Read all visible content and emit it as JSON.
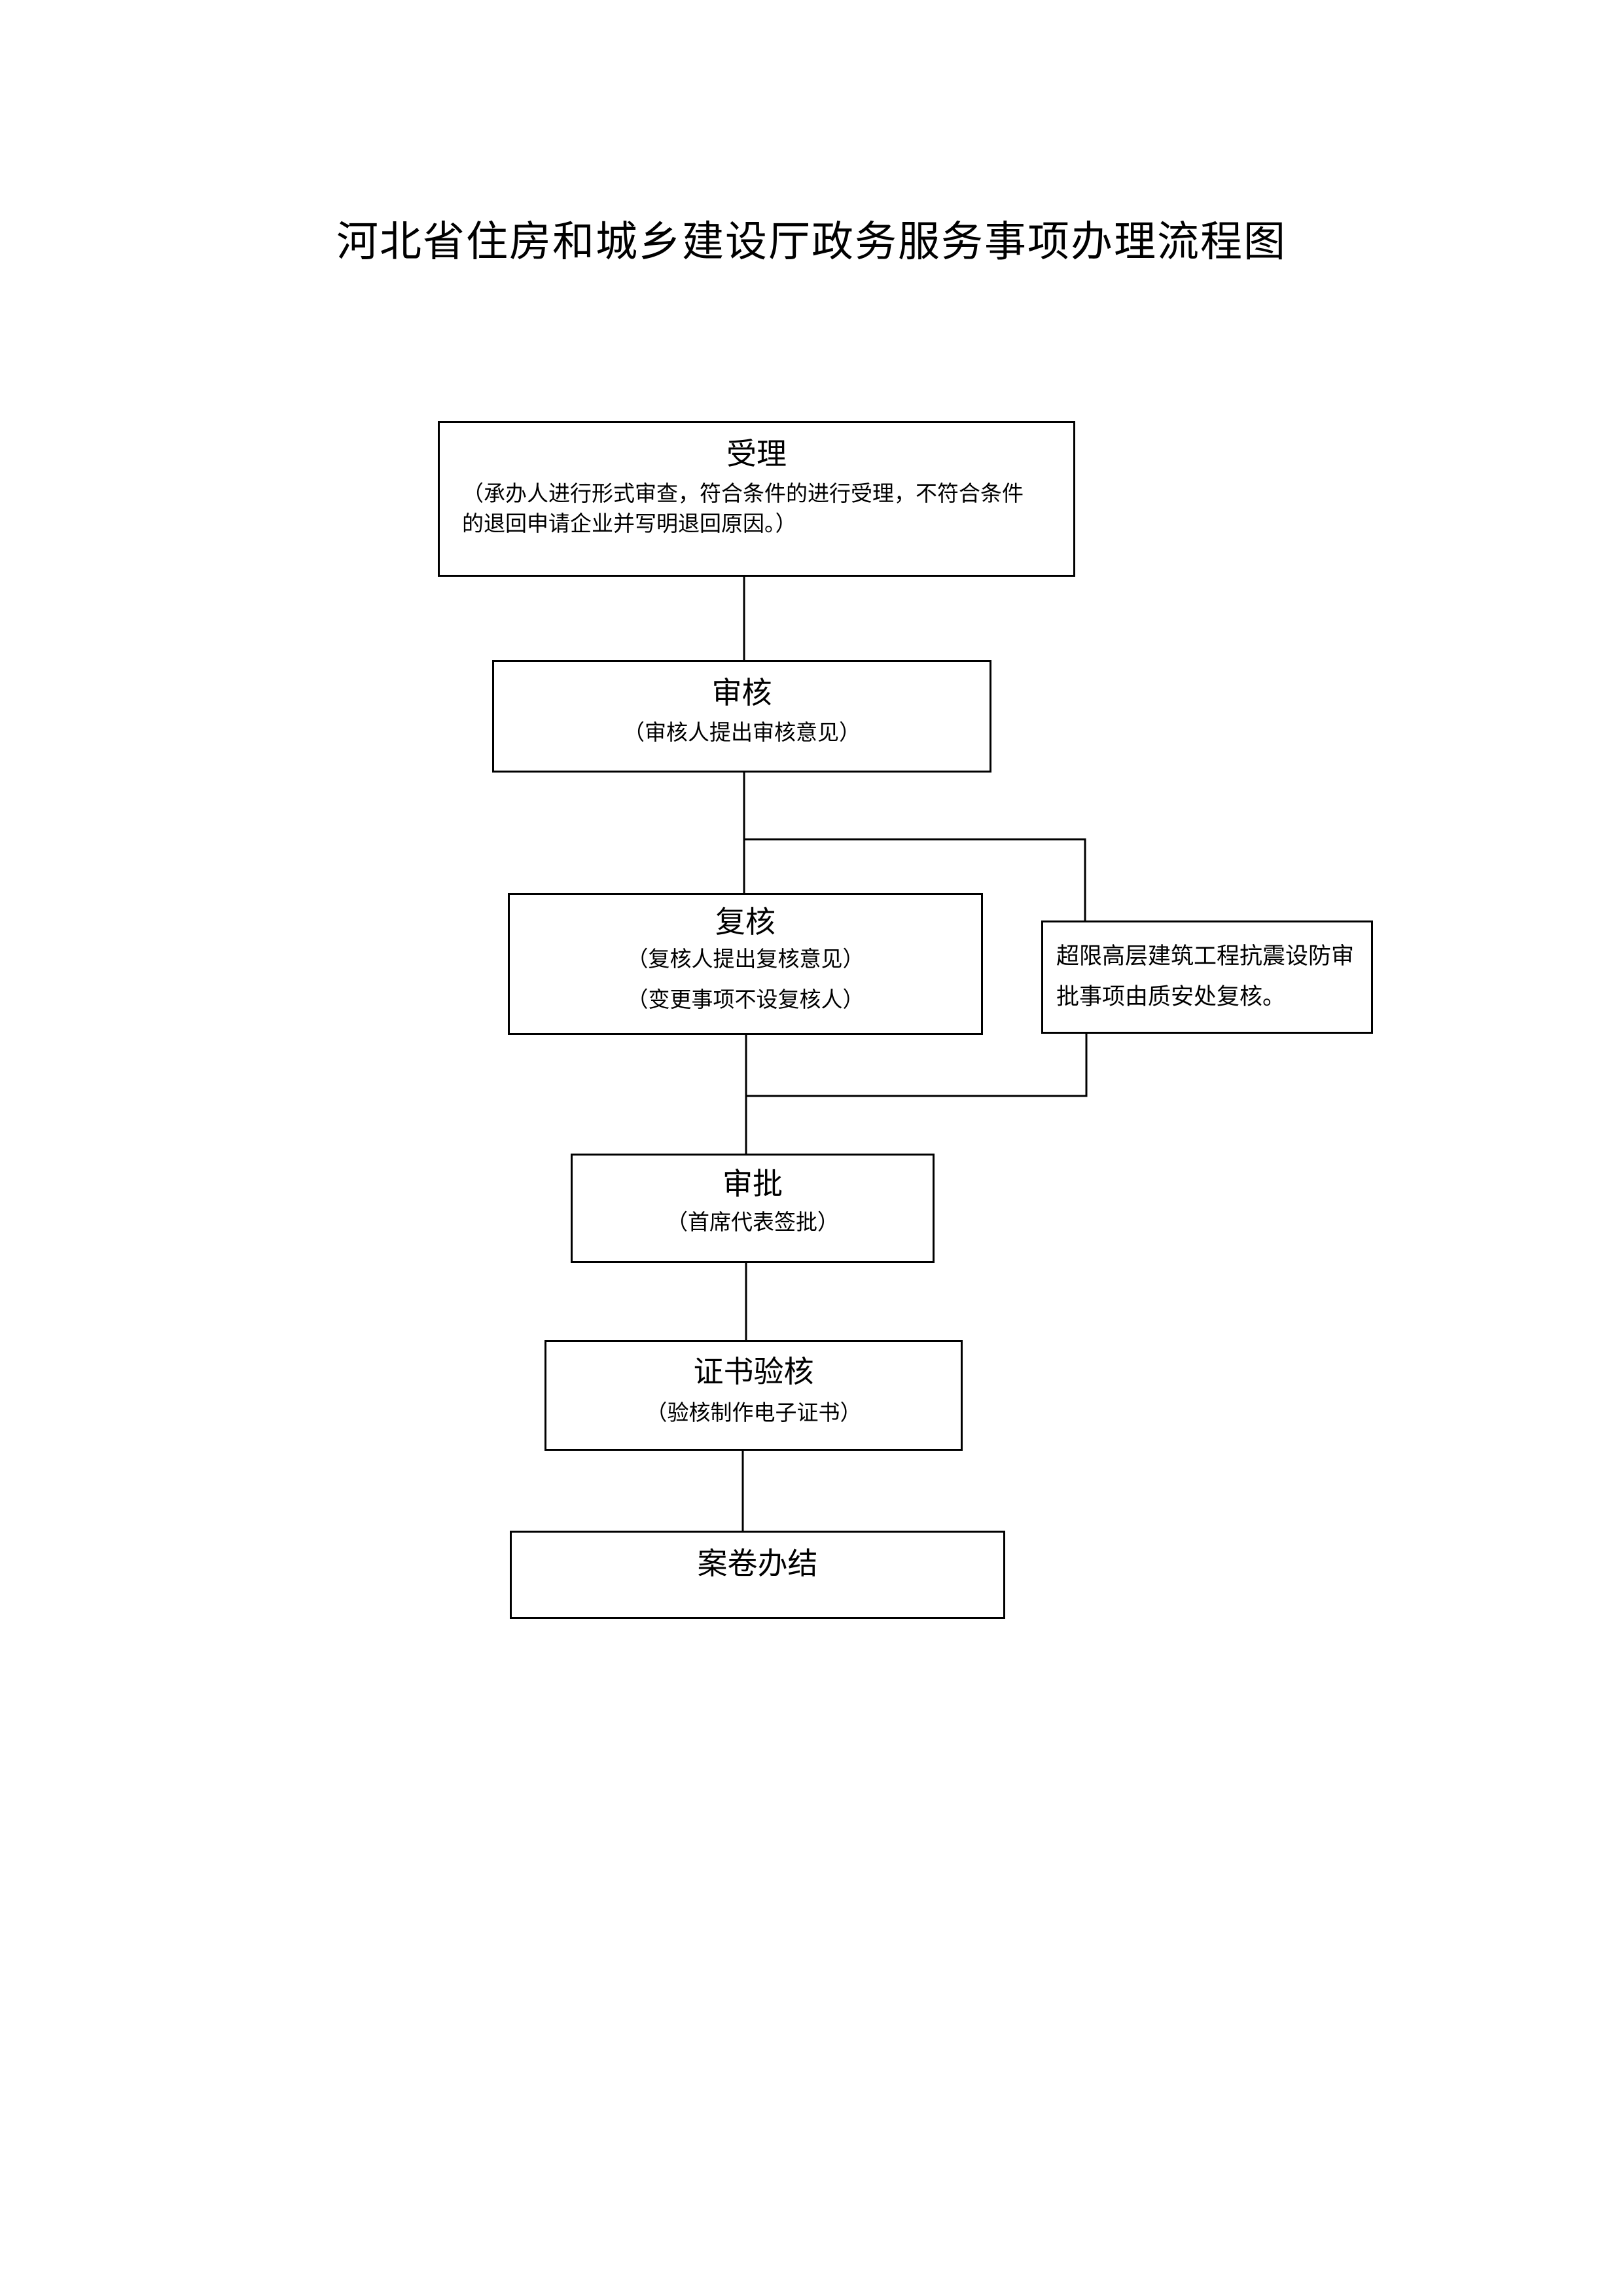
{
  "title": "河北省住房和城乡建设厅政务服务事项办理流程图",
  "steps": {
    "accept": {
      "title": "受理",
      "note": "（承办人进行形式审查，符合条件的进行受理，不符合条件的退回申请企业并写明退回原因。）"
    },
    "review": {
      "title": "审核",
      "note": "（审核人提出审核意见）"
    },
    "recheck": {
      "title": "复核",
      "note": "（复核人提出复核意见）",
      "note2": "（变更事项不设复核人）"
    },
    "side_branch": {
      "text": "超限高层建筑工程抗震设防审批事项由质安处复核。"
    },
    "approve": {
      "title": "审批",
      "note": "（首席代表签批）"
    },
    "certificate": {
      "title": "证书验核",
      "note": "（验核制作电子证书）"
    },
    "close": {
      "title": "案卷办结"
    }
  }
}
